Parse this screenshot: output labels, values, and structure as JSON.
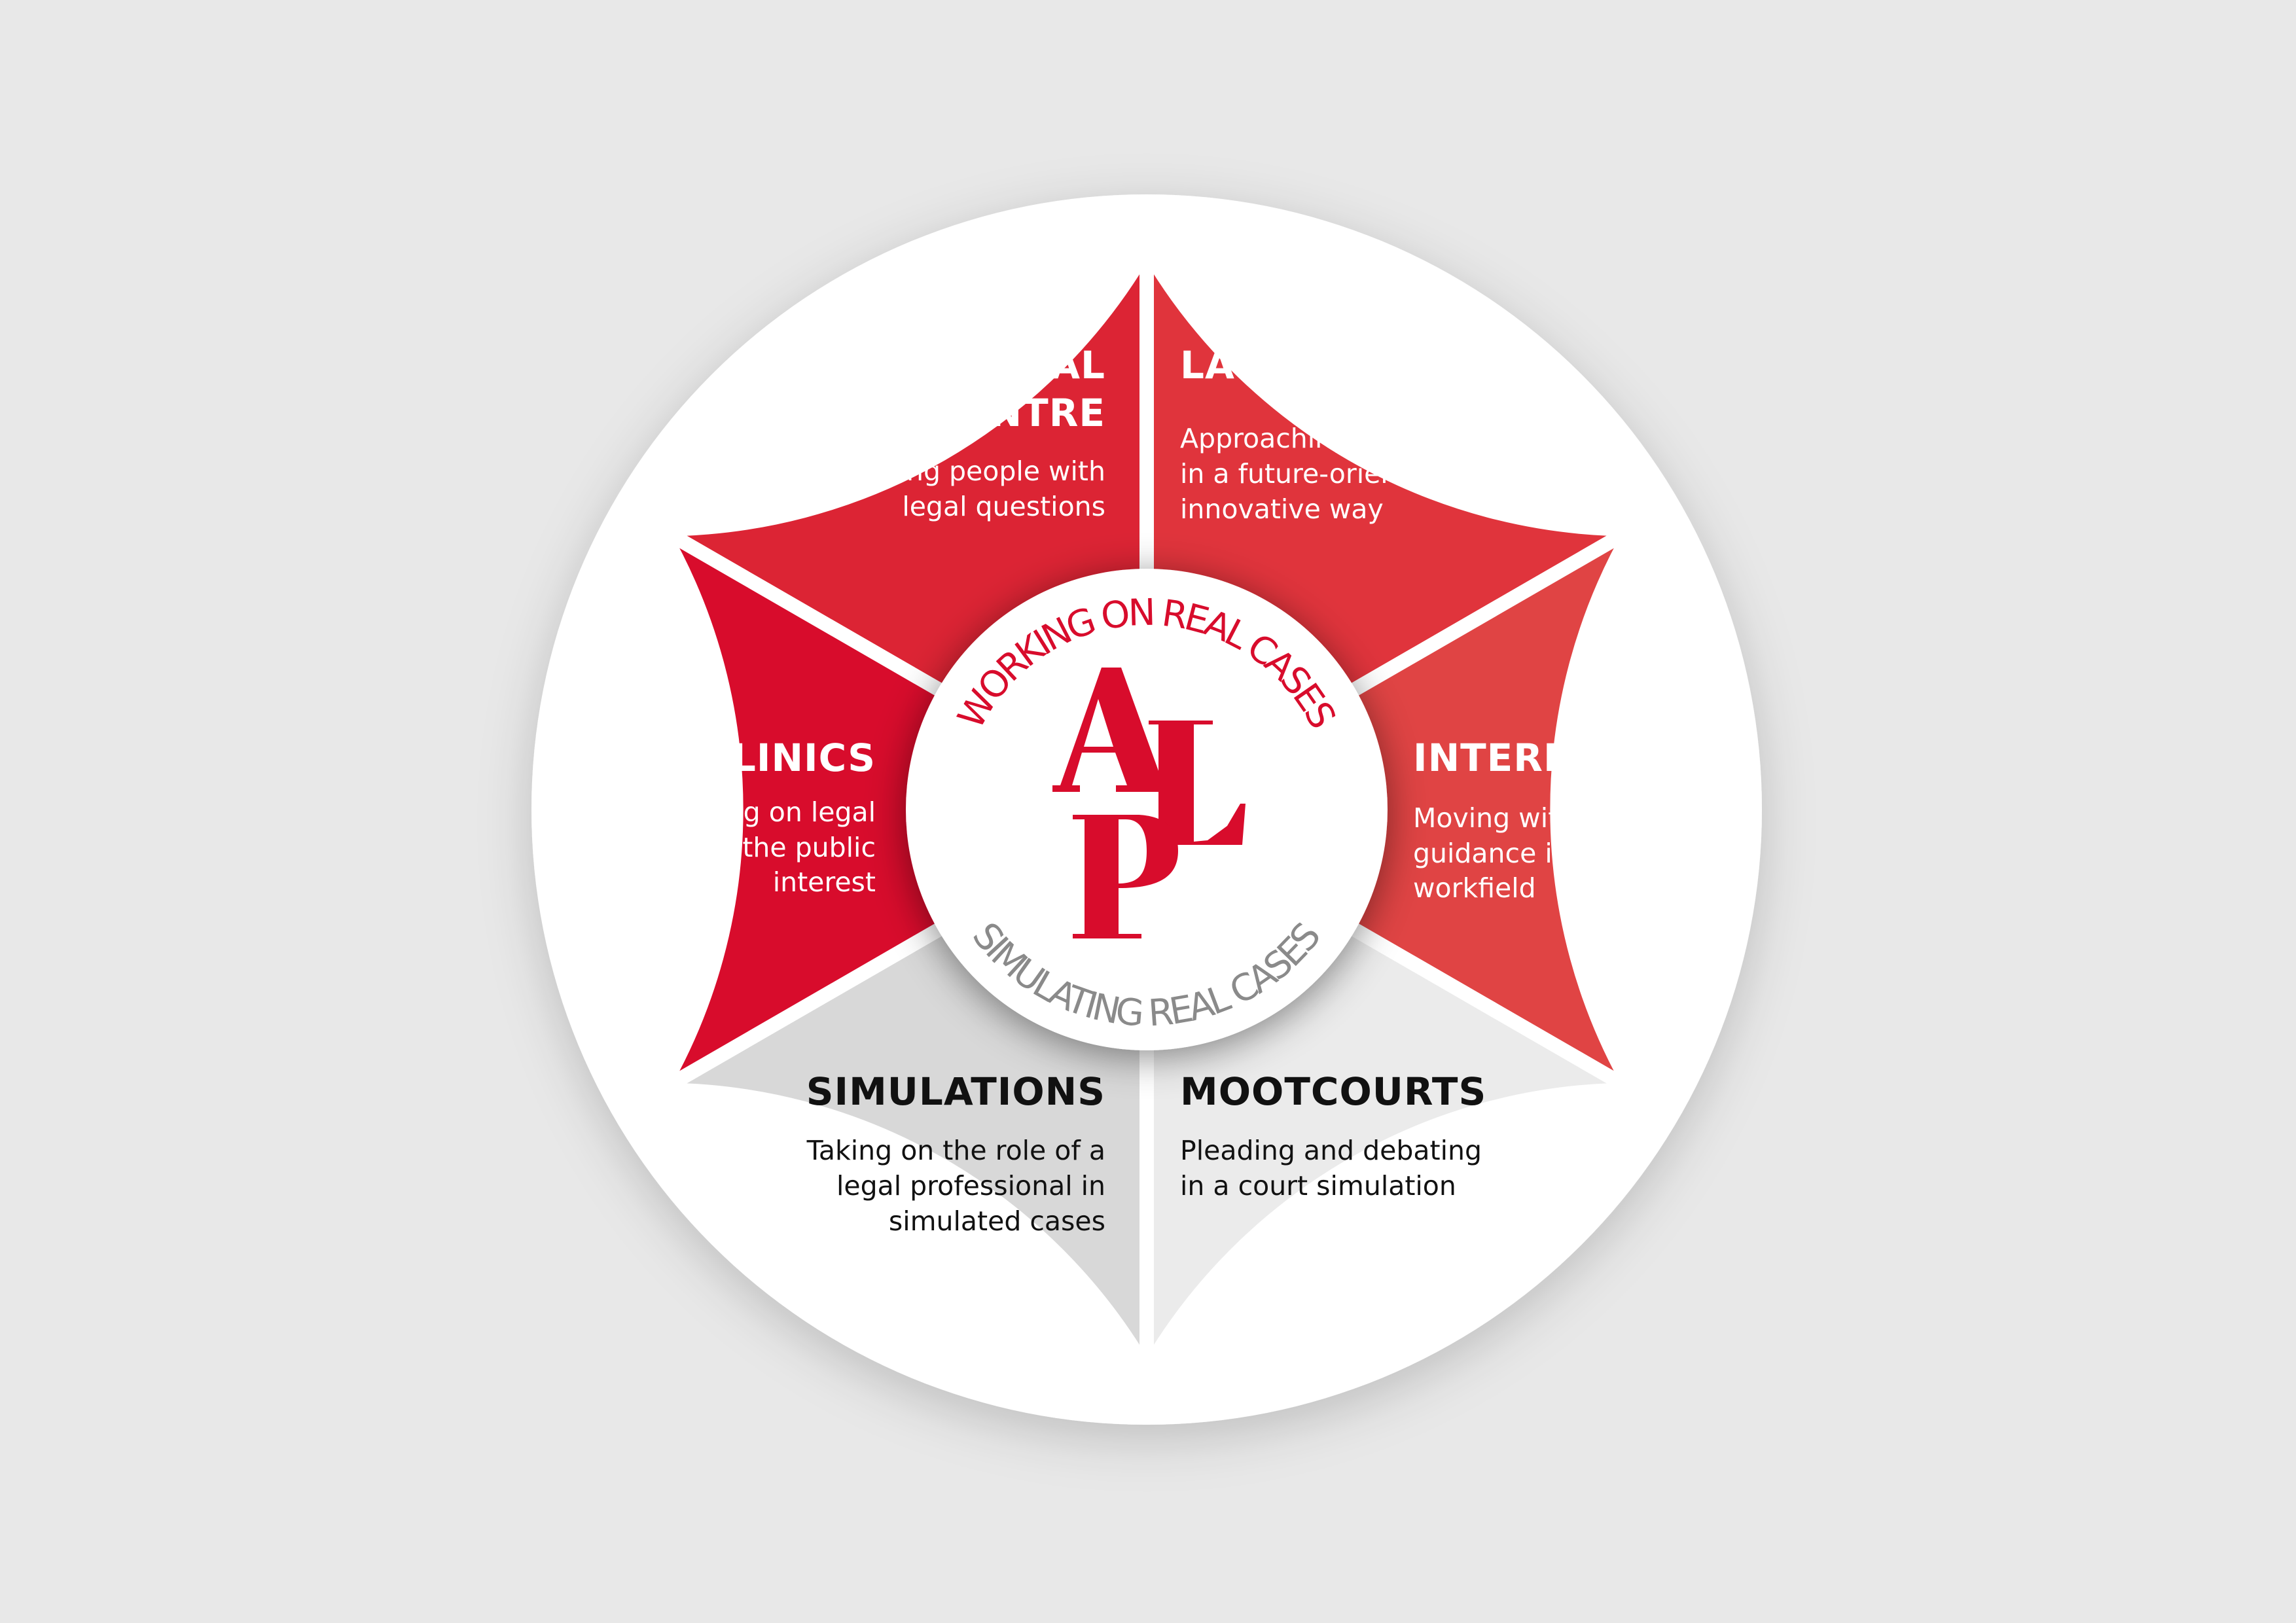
{
  "colors": {
    "background": "#e8e8e8",
    "legal_advice_centre": "#dc2434",
    "law_labs": "#e0343c",
    "internships": "#e04444",
    "law_clinics": "#d80c2c",
    "simulations": "#d8d8d8",
    "mootcourts": "#ebebeb",
    "logo": "#d80c2c",
    "bottom_arc_text": "#8a8a8a"
  },
  "center": {
    "top_arc": "WORKING ON REAL CASES",
    "bottom_arc": "SIMULATING REAL CASES",
    "logo_letters": {
      "a": "A",
      "l": "L",
      "p": "P"
    }
  },
  "segments": {
    "legal_advice_centre": {
      "title": [
        "LEGAL",
        "ADVICE CENTRE"
      ],
      "text": [
        "Helping people with",
        "legal questions"
      ]
    },
    "law_labs": {
      "title": [
        "LAW LABS"
      ],
      "text": [
        "Approaching problems",
        "in a future-oriented,",
        "innovative way"
      ]
    },
    "law_clinics": {
      "title": [
        "LAW CLINICS"
      ],
      "text": [
        "Working on legal",
        "issues in the public",
        "interest"
      ]
    },
    "internships": {
      "title": [
        "INTERNSHIPS"
      ],
      "text": [
        "Moving with",
        "guidance into the",
        "workfield"
      ]
    },
    "simulations": {
      "title": [
        "SIMULATIONS"
      ],
      "text": [
        "Taking on the role of a",
        "legal professional in",
        "simulated cases"
      ]
    },
    "mootcourts": {
      "title": [
        "MOOTCOURTS"
      ],
      "text": [
        "Pleading and debating",
        "in a court simulation"
      ]
    }
  }
}
